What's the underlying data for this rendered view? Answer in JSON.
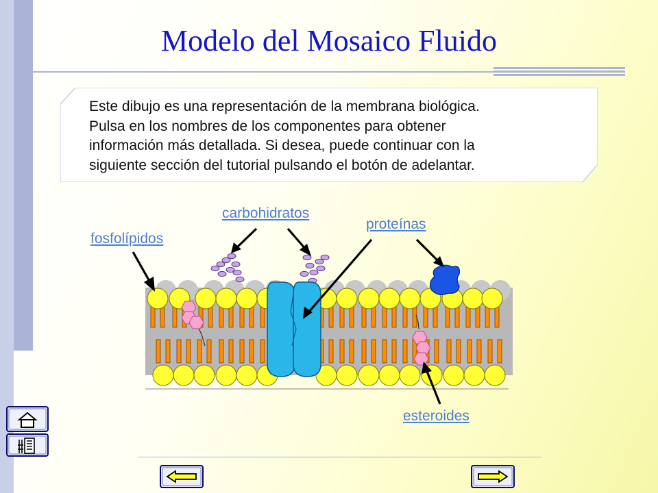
{
  "slide": {
    "title": "Modelo del Mosaico Fluido",
    "intro_lines": [
      "Este dibujo es una representación de la membrana biológica.",
      "Pulsa en los nombres de los componentes para obtener",
      "información más detallada. Si desea, puede continuar con la",
      "siguiente sección del tutorial pulsando el botón de adelantar."
    ]
  },
  "labels": {
    "fosfolipidos": "fosfolípidos",
    "carbohidratos": "carbohidratos",
    "proteinas": "proteínas",
    "esteroides": "esteroides"
  },
  "colors": {
    "title": "#1414c8",
    "link": "#4d7fd0",
    "head": "#ffff33",
    "tail": "#ff8c00",
    "protein": "#2ab6e8",
    "peripheral_protein": "#1a55e6",
    "steroid": "#f7a6cf",
    "carbohydrate": "#c9a6e8",
    "accent_bar": "#aab4d6"
  },
  "nav": {
    "home": "home-icon",
    "index": "index-icon",
    "back": "left-arrow-icon",
    "forward": "right-arrow-icon"
  }
}
